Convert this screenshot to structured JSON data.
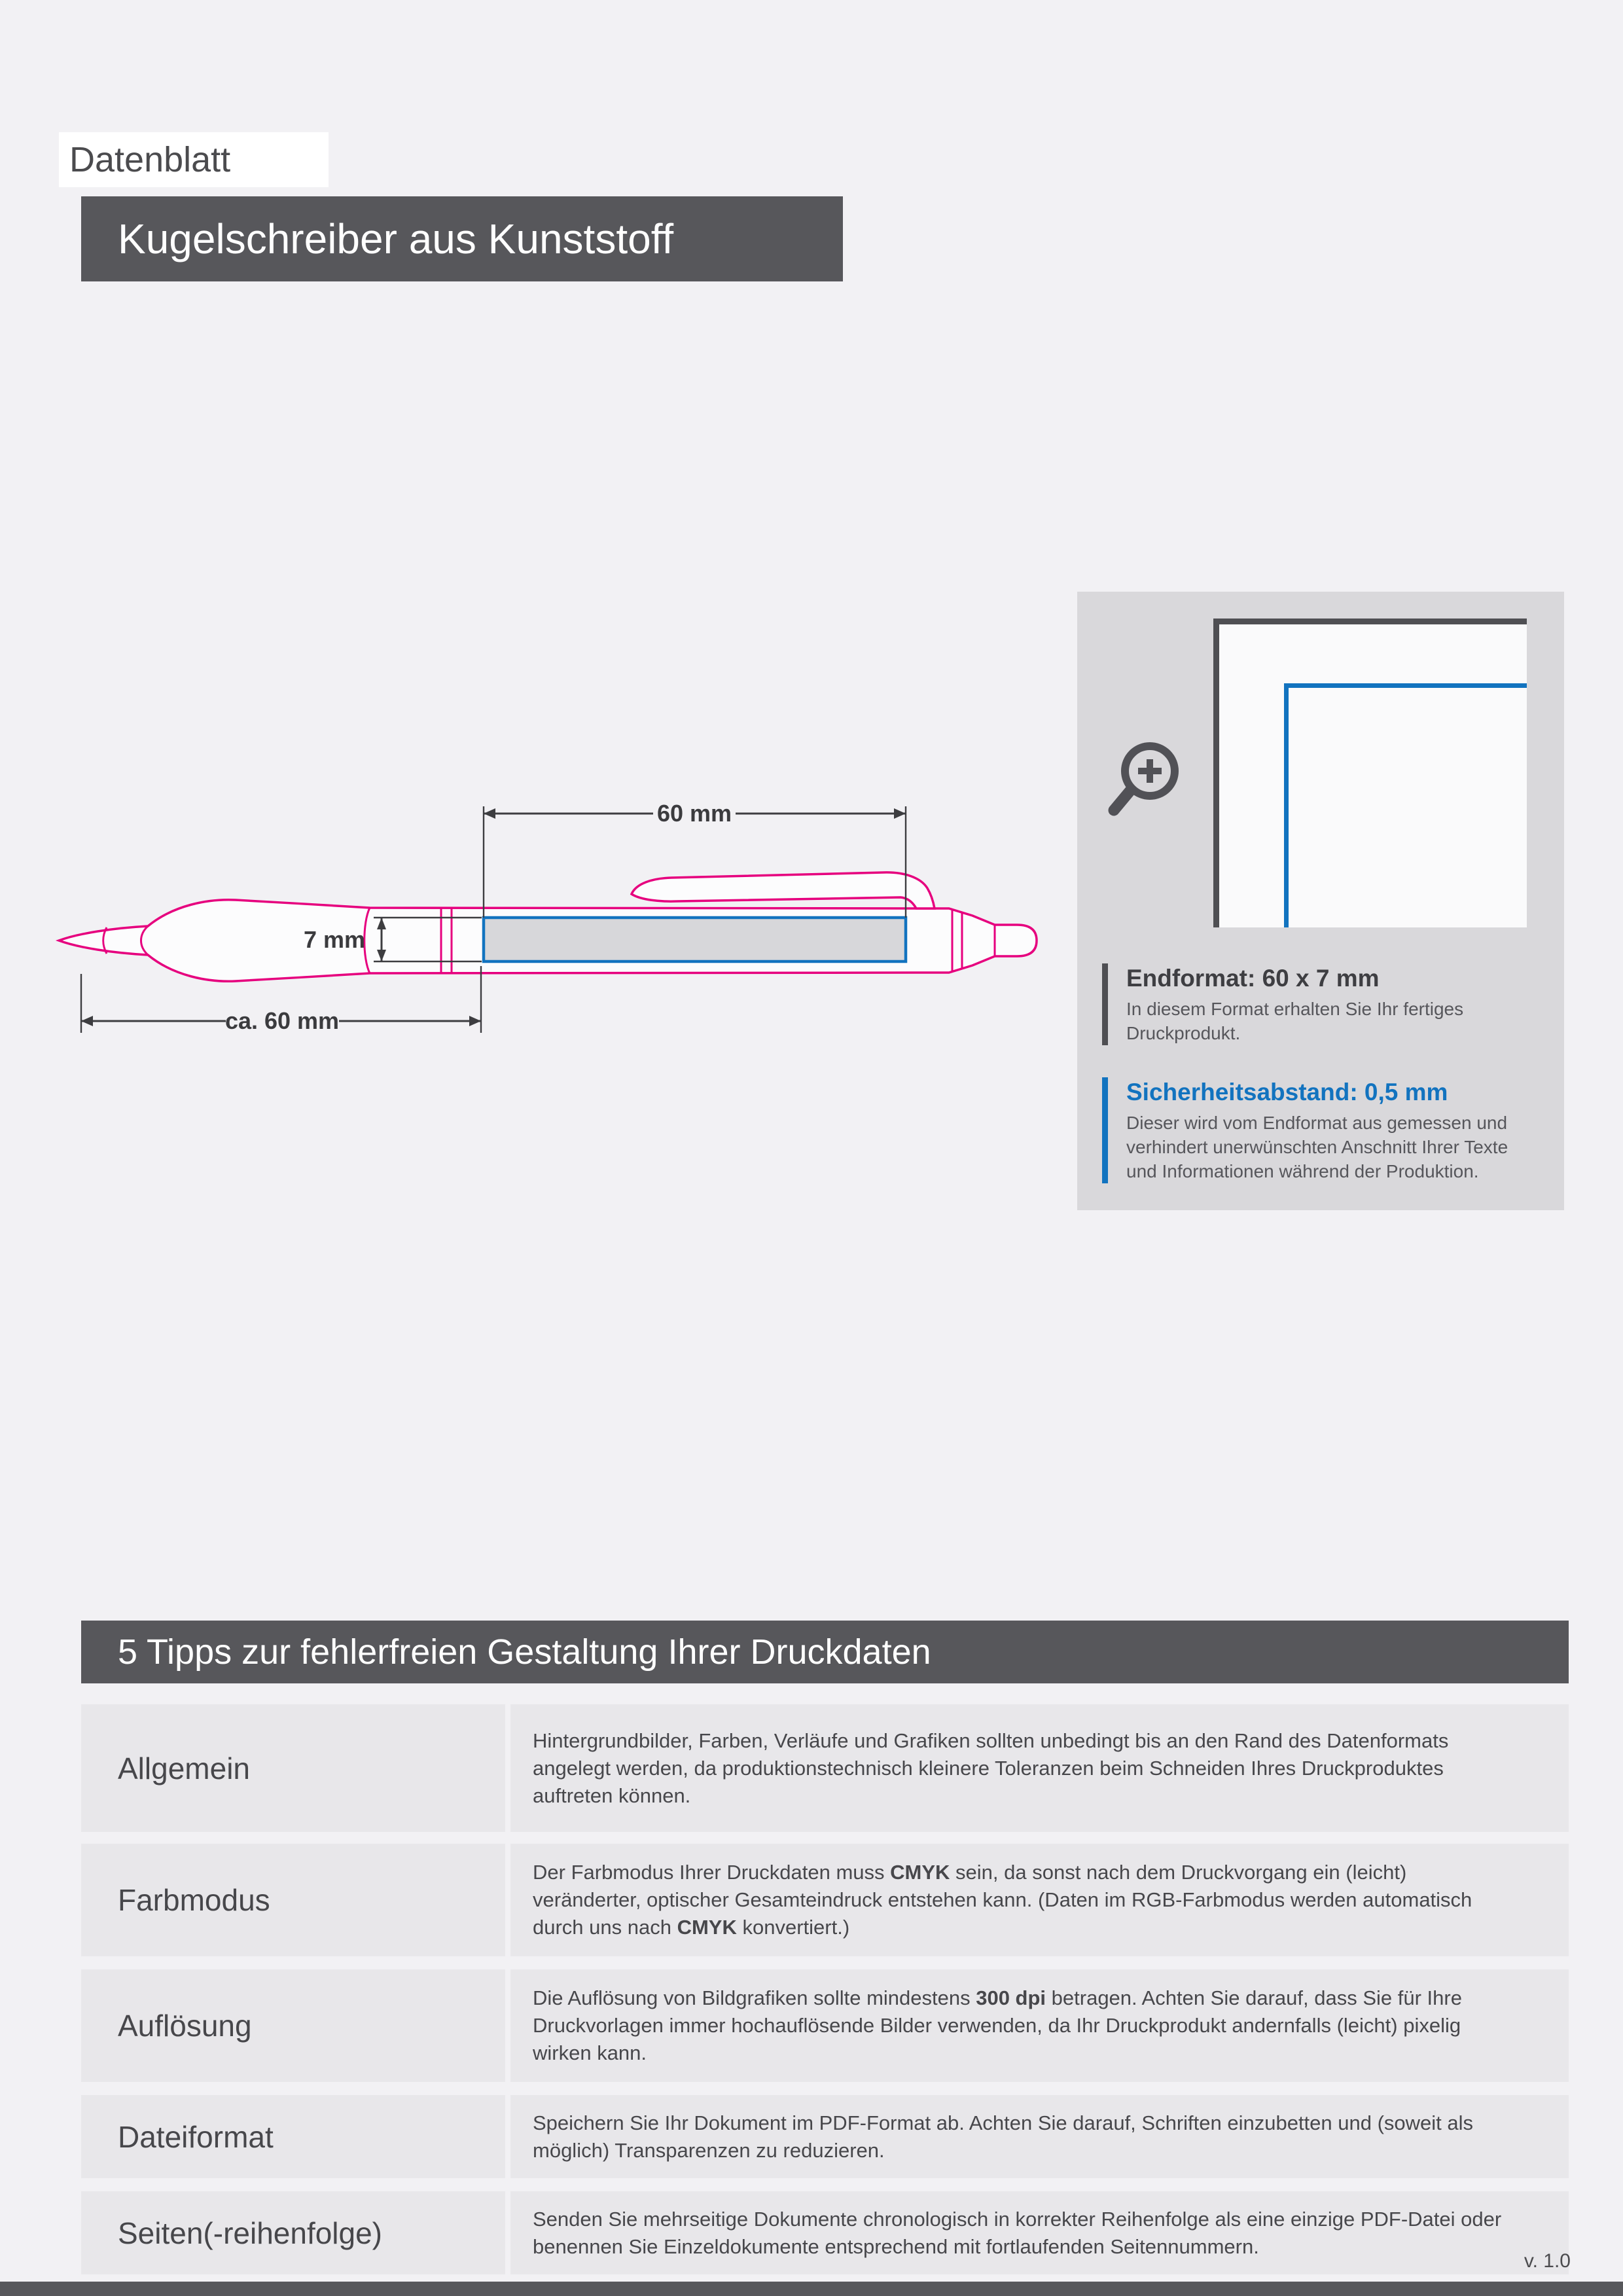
{
  "header": {
    "doc_label": "Datenblatt",
    "title": "Kugelschreiber aus Kunststoff"
  },
  "diagram": {
    "width_label": "60 mm",
    "height_label": "7 mm",
    "length_label": "ca. 60 mm"
  },
  "info_panel": {
    "endformat_heading": "Endformat: 60 x 7 mm",
    "endformat_body": "In diesem Format erhalten Sie Ihr fertiges Druckprodukt.",
    "safety_heading": "Sicherheitsabstand: 0,5 mm",
    "safety_body": "Dieser wird vom Endformat aus gemessen und verhindert unerwünschten Anschnitt Ihrer Texte und Informationen während der Produktion."
  },
  "tips": {
    "heading": "5 Tipps zur fehlerfreien Gestaltung Ihrer Druckdaten",
    "rows": [
      {
        "label": "Allgemein",
        "body": [
          {
            "t": "Hintergrundbilder, Farben, Verläufe und Grafiken sollten unbedingt bis an den Rand des Datenformats angelegt werden, da produktionstechnisch kleinere Toleranzen beim Schneiden Ihres Druckproduktes auftreten können."
          }
        ]
      },
      {
        "label": "Farbmodus",
        "body": [
          {
            "t": "Der Farbmodus Ihrer Druckdaten muss "
          },
          {
            "t": "CMYK",
            "b": true
          },
          {
            "t": " sein, da sonst nach dem Druckvorgang ein (leicht) veränderter, optischer Gesamteindruck entstehen kann. (Daten im RGB-Farbmodus werden automatisch durch uns nach "
          },
          {
            "t": "CMYK",
            "b": true
          },
          {
            "t": " konvertiert.)"
          }
        ]
      },
      {
        "label": "Auflösung",
        "body": [
          {
            "t": "Die Auflösung von Bildgrafiken sollte mindestens "
          },
          {
            "t": "300 dpi",
            "b": true
          },
          {
            "t": " betragen. Achten Sie darauf, dass Sie für Ihre Druckvorlagen immer hochauflösende Bilder verwenden, da Ihr Druckprodukt andernfalls (leicht) pixelig wirken kann."
          }
        ]
      },
      {
        "label": "Dateiformat",
        "body": [
          {
            "t": "Speichern Sie Ihr Dokument im PDF-Format ab. Achten Sie darauf, Schriften einzubetten und (soweit als möglich) Transparenzen zu reduzieren."
          }
        ]
      },
      {
        "label": "Seiten(-reihenfolge)",
        "body": [
          {
            "t": "Senden Sie mehrseitige Dokumente chronologisch in korrekter Reihenfolge als eine einzige PDF-Datei oder benennen Sie Einzeldokumente entsprechend mit fortlaufenden Seitennummern."
          }
        ]
      }
    ]
  },
  "footer": {
    "version": "v. 1.0"
  },
  "icons": {
    "magnifier": "magnifier-plus-icon"
  },
  "colors": {
    "accent_blue": "#1273bf",
    "drawing_magenta": "#e6007e",
    "dark_gray": "#57575b",
    "panel_gray": "#d9d8db",
    "row_gray": "#e8e7ea",
    "page_bg": "#f2f1f4"
  }
}
